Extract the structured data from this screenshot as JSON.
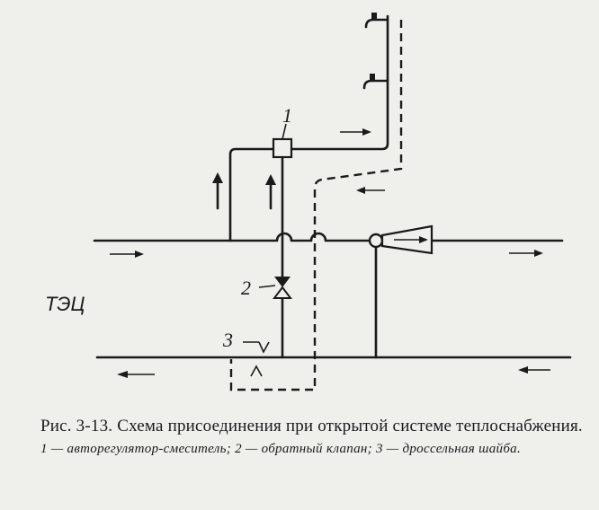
{
  "diagram": {
    "station_label": "ТЭЦ",
    "callouts": [
      {
        "id": "autoregulator",
        "number": "1"
      },
      {
        "id": "check-valve",
        "number": "2"
      },
      {
        "id": "throttle-washer",
        "number": "3"
      }
    ]
  },
  "caption": {
    "title": "Рис. 3-13. Схема присоединения при открытой системе теплоснабжения.",
    "legend": "1 — авторегулятор-смеситель;  2 — обратный клапан;  3 — дроссельная шайба."
  }
}
